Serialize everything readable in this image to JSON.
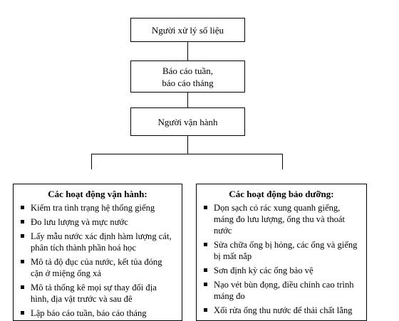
{
  "nodes": {
    "processor": "Người xử lý số liệu",
    "reports_line1": "Báo cáo tuần,",
    "reports_line2": "báo cáo tháng",
    "operator": "Người vận hành"
  },
  "operations": {
    "title": "Các hoạt động vận hành:",
    "items": [
      "Kiểm tra tình trạng hệ thống giếng",
      "Đo lưu lượng và mực nước",
      "Lấy mẫu nước xác định hàm lượng cát, phân tích thành phần hoá học",
      "Mô tả độ đục của nước, kết tủa đóng cặn ở miệng ống xả",
      "Mô tả thống kê mọi sự thay đổi địa hình, địa vật trước và sau đê",
      "Lập báo cáo tuần, báo cáo tháng"
    ]
  },
  "maintenance": {
    "title": "Các hoạt động bảo dưỡng:",
    "items": [
      "Dọn sạch cỏ rác xung quanh giếng, máng đo lưu lượng, ống thu và thoát nước",
      "Sửa chữa ống bị hỏng, các ống và giếng bị mất nắp",
      "Sơn định kỳ các ống bảo vệ",
      "Nạo vét bùn đọng, điều chỉnh cao trình máng đo",
      "Xối rửa ống thu nước để thải chất lắng"
    ]
  }
}
